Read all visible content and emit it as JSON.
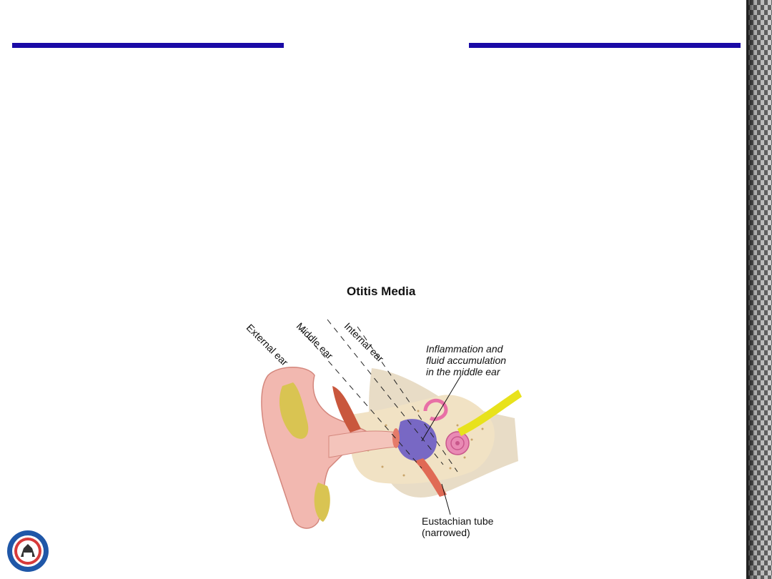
{
  "figure": {
    "title": "Otitis Media",
    "labels": {
      "external_ear": "External ear",
      "middle_ear": "Middle ear",
      "internal_ear": "Internal ear",
      "inflammation_line1": "Inflammation and",
      "inflammation_line2": "fluid accumulation",
      "inflammation_line3": "in the middle ear",
      "eustachian_line1": "Eustachian tube",
      "eustachian_line2": "(narrowed)"
    }
  },
  "colors": {
    "accent_rule": "#1a0aa6",
    "ear_skin": "#f2b8b0",
    "bone": "#f1e2c4",
    "inflammation": "#6a5bc4",
    "nerve": "#e8e21c",
    "cochlea": "#e98ab4"
  }
}
